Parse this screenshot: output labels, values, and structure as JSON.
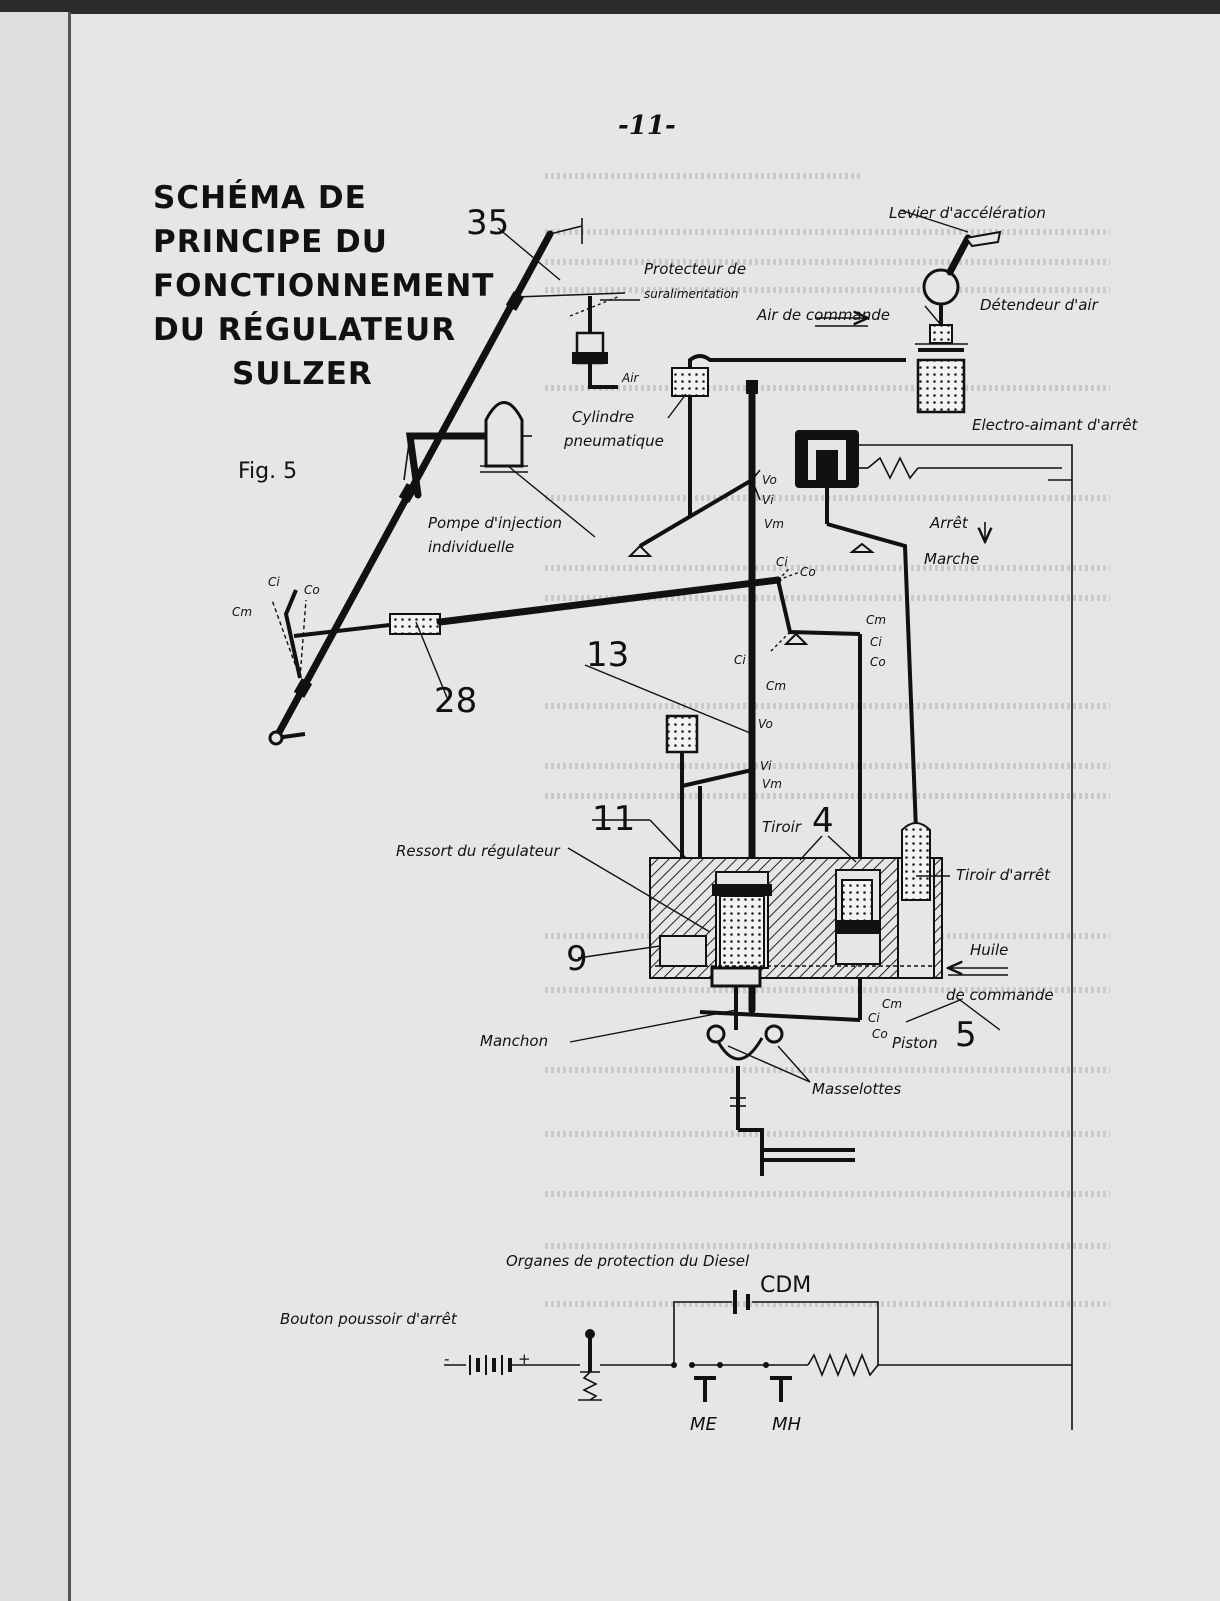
{
  "page_number": "-11-",
  "title": {
    "line1": "SCHÉMA  DE",
    "line2": "PRINCIPE  DU",
    "line3": "FONCTIONNEMENT",
    "line4": "DU  RÉGULATEUR",
    "line5": "SULZER"
  },
  "figure_label": "Fig. 5",
  "numbers": {
    "n35": "35",
    "n28": "28",
    "n13": "13",
    "n11": "11",
    "n9": "9",
    "n4": "4",
    "n5": "5"
  },
  "labels": {
    "levier": "Levier d'accélération",
    "protecteur1": "Protecteur de",
    "protecteur2": "suralimentation",
    "air_commande": "Air de commande",
    "detendeur": "Détendeur d'air",
    "air": "Air",
    "cylindre1": "Cylindre",
    "cylindre2": "pneumatique",
    "electro": "Electro-aimant d'arrêt",
    "arret": "Arrêt",
    "marche": "Marche",
    "pompe1": "Pompe d'injection",
    "pompe2": "individuelle",
    "ressort": "Ressort du régulateur",
    "tiroir": "Tiroir",
    "tiroir_arret": "Tiroir d'arrêt",
    "huile": "Huile",
    "de_commande": "de commande",
    "manchon": "Manchon",
    "piston": "Piston",
    "masselottes": "Masselottes",
    "organes": "Organes de protection du Diesel",
    "bouton": "Bouton poussoir d'arrêt",
    "cdm": "CDM",
    "me": "ME",
    "mh": "MH",
    "minus": "-",
    "plus": "+"
  },
  "small": {
    "vo": "Vo",
    "vi": "Vi",
    "vm": "Vm",
    "ci": "Ci",
    "co": "Co",
    "cm": "Cm"
  }
}
